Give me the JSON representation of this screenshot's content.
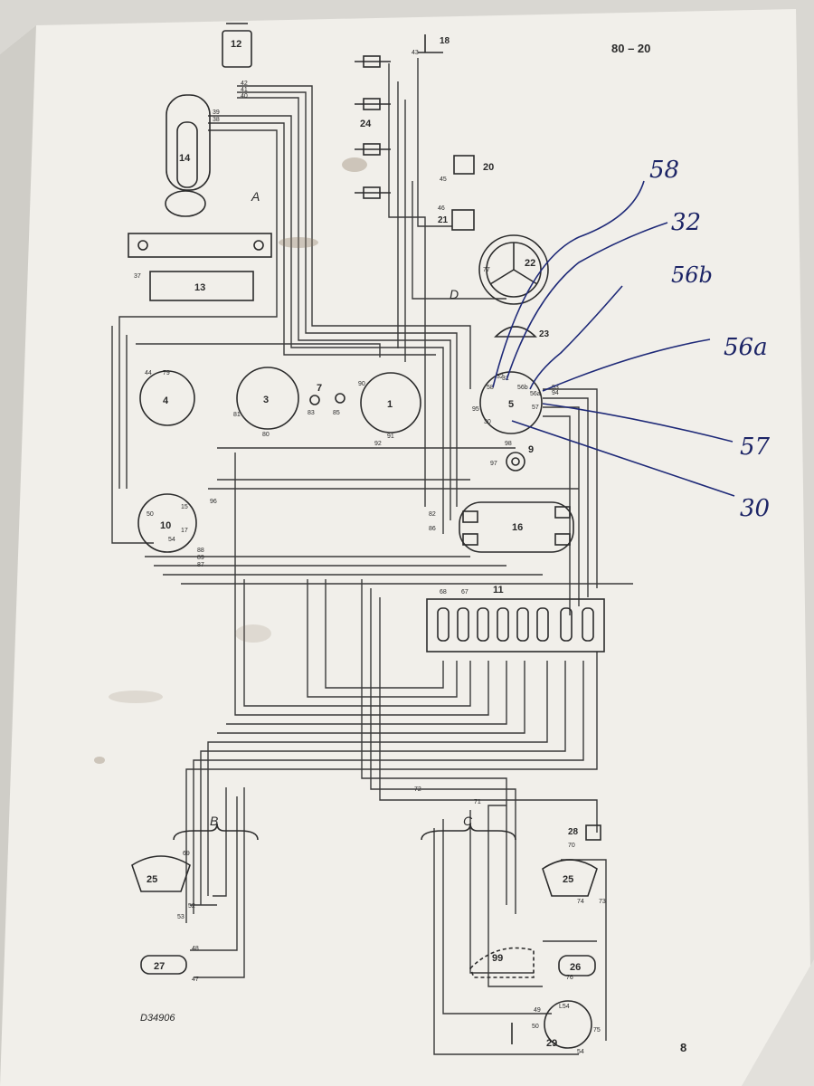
{
  "page": {
    "page_code": "80 – 20",
    "page_number": "8",
    "drawing_ref": "D34906"
  },
  "components": {
    "c1": "1",
    "c3": "3",
    "c4": "4",
    "c5": "5",
    "c7": "7",
    "c9": "9",
    "c10": "10",
    "c11": "11",
    "c12": "12",
    "c13": "13",
    "c14": "14",
    "c16": "16",
    "c18": "18",
    "c20": "20",
    "c21": "21",
    "c22": "22",
    "c23": "23",
    "c24": "24",
    "c25a": "25",
    "c25b": "25",
    "c26": "26",
    "c27": "27",
    "c28": "28",
    "c29": "29",
    "c99": "99"
  },
  "group_labels": {
    "a": "A",
    "b": "B",
    "c": "C",
    "d": "D"
  },
  "handwritten": [
    "58",
    "32",
    "56b",
    "56a",
    "57",
    "30"
  ],
  "wire_numbers": {
    "w42": "42",
    "w41": "41",
    "w40": "40",
    "w43": "43",
    "w39": "39",
    "w38": "38",
    "w37": "37",
    "w45": "45",
    "w46": "46",
    "w44": "44",
    "w79": "79",
    "w80": "80",
    "w81": "81",
    "w82": "82",
    "w83": "83",
    "w85": "85",
    "w86": "86",
    "w91": "91",
    "w90": "90",
    "w92": "92",
    "w93": "93",
    "w94": "94",
    "w95": "95",
    "w96": "96",
    "w97": "97",
    "w98": "98",
    "w89": "89",
    "w88": "88",
    "w87": "87",
    "w67": "67",
    "w68": "68",
    "w69": "69",
    "w70": "70",
    "w71": "71",
    "w72": "72",
    "w73": "73",
    "w74": "74",
    "w75": "75",
    "w76": "76",
    "w77": "77",
    "w47": "47",
    "w48": "48",
    "w49": "49",
    "w50": "50",
    "w52": "52",
    "w53": "53",
    "w54": "54"
  },
  "pins": {
    "p58": "58",
    "p31": "31",
    "p56a": "56a",
    "p56b": "56b",
    "p57": "57",
    "p30": "30",
    "p32": "32",
    "p17": "17",
    "p15": "15",
    "p56": "56",
    "p54": "54",
    "p50": "50",
    "pL54": "L54"
  }
}
